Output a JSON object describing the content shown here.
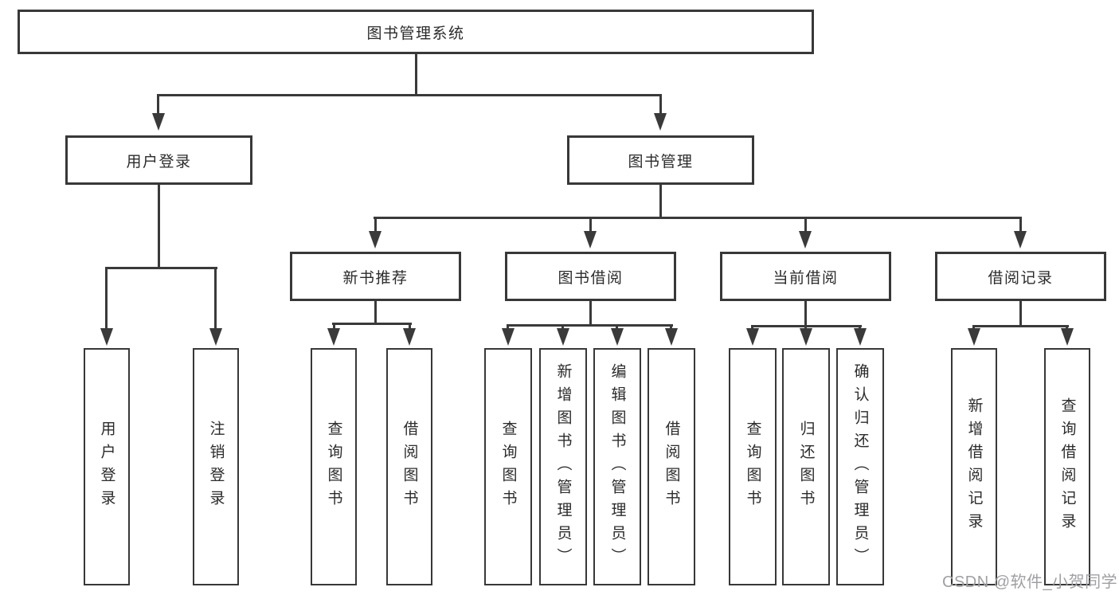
{
  "tree": {
    "label": "图书管理系统",
    "children": [
      {
        "label": "用户登录",
        "children": [
          {
            "label": "用户登录"
          },
          {
            "label": "注销登录"
          }
        ]
      },
      {
        "label": "图书管理",
        "children": [
          {
            "label": "新书推荐",
            "children": [
              {
                "label": "查询图书"
              },
              {
                "label": "借阅图书"
              }
            ]
          },
          {
            "label": "图书借阅",
            "children": [
              {
                "label": "查询图书"
              },
              {
                "label": "新增图书（管理员）"
              },
              {
                "label": "编辑图书（管理员）"
              },
              {
                "label": "借阅图书"
              }
            ]
          },
          {
            "label": "当前借阅",
            "children": [
              {
                "label": "查询图书"
              },
              {
                "label": "归还图书"
              },
              {
                "label": "确认归还（管理员）"
              }
            ]
          },
          {
            "label": "借阅记录",
            "children": [
              {
                "label": "新增借阅记录"
              },
              {
                "label": "查询借阅记录"
              }
            ]
          }
        ]
      }
    ]
  },
  "watermark": "CSDN @软件_小贺同学",
  "colors": {
    "line": "#3a3a3a",
    "box_border": "#383838",
    "text": "#2b2b2b",
    "watermark": "#a0a0a4",
    "background": "#ffffff"
  }
}
